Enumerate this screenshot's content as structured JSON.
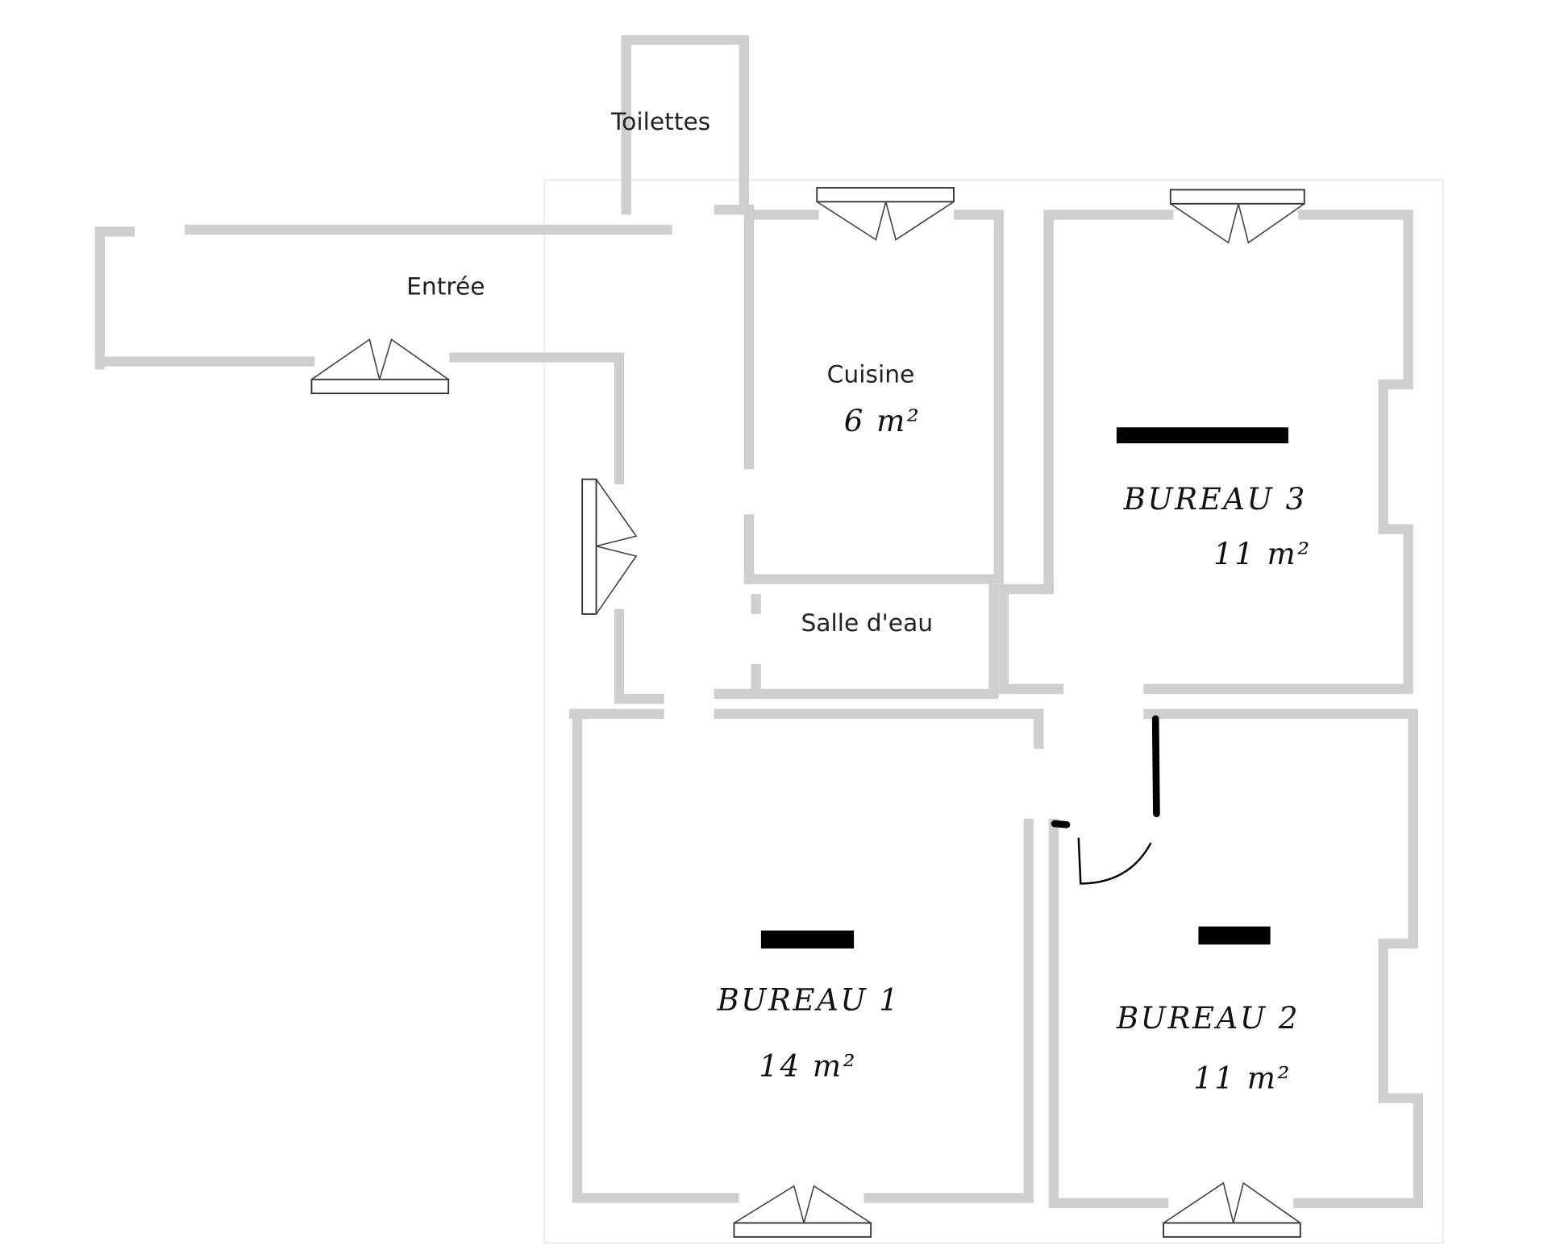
{
  "plan": {
    "rooms": {
      "toilettes": {
        "name": "Toilettes"
      },
      "entree": {
        "name": "Entrée"
      },
      "cuisine": {
        "name": "Cuisine",
        "area": "6 m²"
      },
      "salle_eau": {
        "name": "Salle d'eau"
      },
      "bureau3": {
        "name": "BUREAU 3",
        "area": "11 m²"
      },
      "bureau1": {
        "name": "BUREAU 1",
        "area": "14 m²"
      },
      "bureau2": {
        "name": "BUREAU 2",
        "area": "11 m²"
      }
    },
    "colors": {
      "wall": "#cfcfcf",
      "ink": "#000000"
    }
  }
}
